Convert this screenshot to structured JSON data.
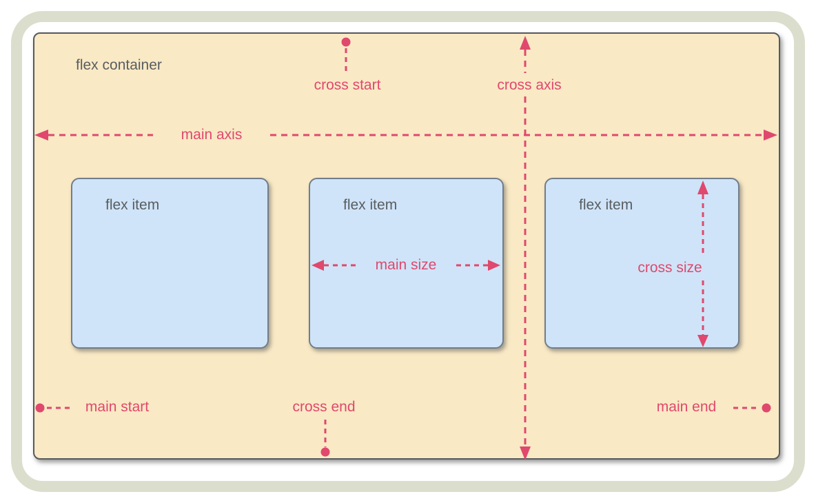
{
  "diagram": {
    "container": {
      "label": "flex container"
    },
    "items": [
      {
        "label": "flex item"
      },
      {
        "label": "flex item"
      },
      {
        "label": "flex item"
      }
    ],
    "labels": {
      "main_axis": "main axis",
      "cross_axis": "cross axis",
      "cross_start": "cross start",
      "cross_end": "cross end",
      "main_start": "main start",
      "main_end": "main end",
      "main_size": "main size",
      "cross_size": "cross size"
    },
    "colors": {
      "accent": "#e0486d",
      "container_bg": "#f9e9c5",
      "container_border": "#56595c",
      "item_bg": "#cfe4f8",
      "item_border": "#717d89",
      "frame": "#dcdecd",
      "label_text": "#595d60"
    }
  }
}
